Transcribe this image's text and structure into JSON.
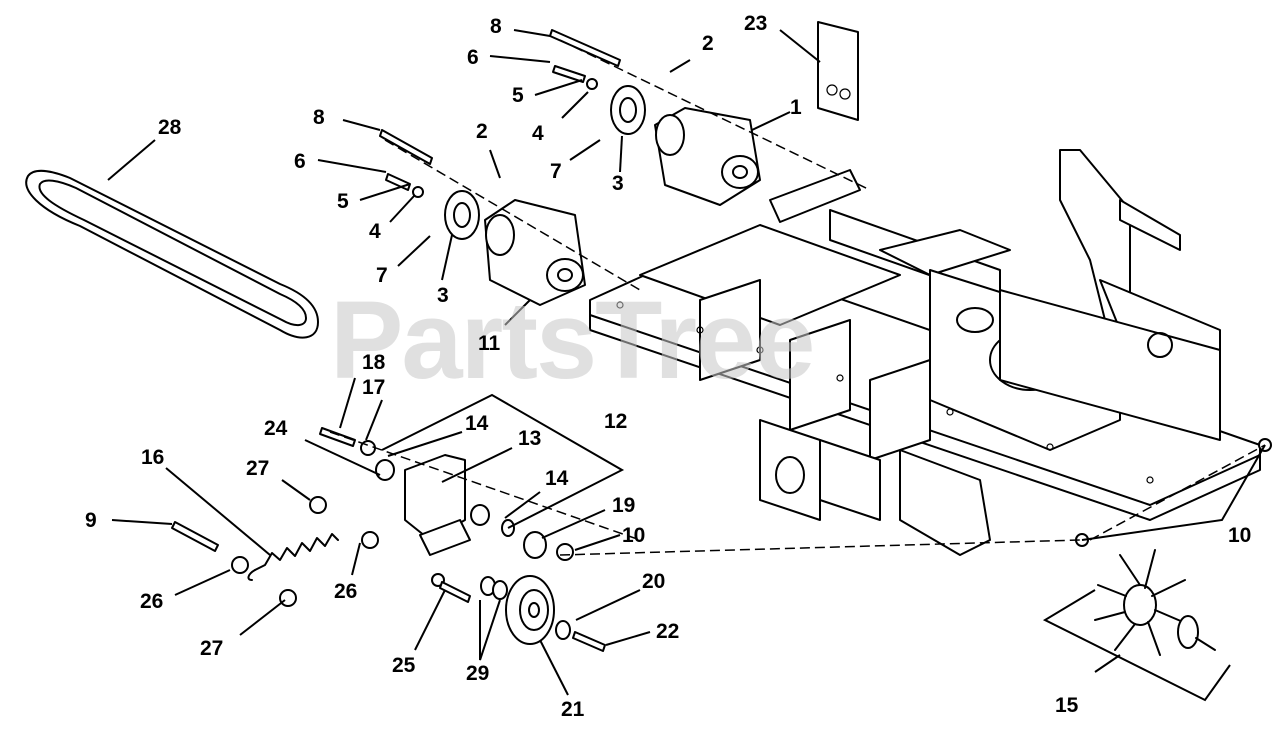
{
  "watermark": "PartsTree",
  "callouts": [
    {
      "id": "c1",
      "text": "1"
    },
    {
      "id": "c2a",
      "text": "2"
    },
    {
      "id": "c2b",
      "text": "2"
    },
    {
      "id": "c3a",
      "text": "3"
    },
    {
      "id": "c3b",
      "text": "3"
    },
    {
      "id": "c4a",
      "text": "4"
    },
    {
      "id": "c4b",
      "text": "4"
    },
    {
      "id": "c5a",
      "text": "5"
    },
    {
      "id": "c5b",
      "text": "5"
    },
    {
      "id": "c6a",
      "text": "6"
    },
    {
      "id": "c6b",
      "text": "6"
    },
    {
      "id": "c7a",
      "text": "7"
    },
    {
      "id": "c7b",
      "text": "7"
    },
    {
      "id": "c8a",
      "text": "8"
    },
    {
      "id": "c8b",
      "text": "8"
    },
    {
      "id": "c9",
      "text": "9"
    },
    {
      "id": "c10a",
      "text": "10"
    },
    {
      "id": "c10b",
      "text": "10"
    },
    {
      "id": "c11",
      "text": "11"
    },
    {
      "id": "c12",
      "text": "12"
    },
    {
      "id": "c13",
      "text": "13"
    },
    {
      "id": "c14a",
      "text": "14"
    },
    {
      "id": "c14b",
      "text": "14"
    },
    {
      "id": "c15",
      "text": "15"
    },
    {
      "id": "c16",
      "text": "16"
    },
    {
      "id": "c17",
      "text": "17"
    },
    {
      "id": "c18",
      "text": "18"
    },
    {
      "id": "c19",
      "text": "19"
    },
    {
      "id": "c20",
      "text": "20"
    },
    {
      "id": "c21",
      "text": "21"
    },
    {
      "id": "c22",
      "text": "22"
    },
    {
      "id": "c23",
      "text": "23"
    },
    {
      "id": "c24",
      "text": "24"
    },
    {
      "id": "c25",
      "text": "25"
    },
    {
      "id": "c26a",
      "text": "26"
    },
    {
      "id": "c26b",
      "text": "26"
    },
    {
      "id": "c27a",
      "text": "27"
    },
    {
      "id": "c27b",
      "text": "27"
    },
    {
      "id": "c28",
      "text": "28"
    },
    {
      "id": "c29",
      "text": "29"
    }
  ]
}
